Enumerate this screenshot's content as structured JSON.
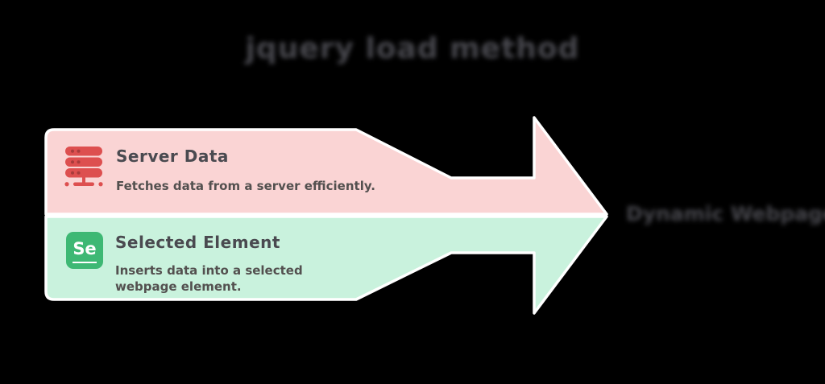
{
  "title": "jquery load method",
  "flow": {
    "items": [
      {
        "icon": "server-icon",
        "title": "Server Data",
        "description": "Fetches data from a server efficiently."
      },
      {
        "icon": "se-element-icon",
        "icon_text": "Se",
        "title": "Selected Element",
        "description": "Inserts data into a selected webpage element."
      }
    ],
    "result_label": "Dynamic Webpage"
  },
  "colors": {
    "background": "#000000",
    "band_top_fill": "#fad4d4",
    "band_bottom_fill": "#c9f2dd",
    "server_icon_red": "#dd4f4f",
    "server_icon_dot": "#a83b3b",
    "se_tile_green": "#3eb874",
    "outline_white": "#ffffff",
    "text_dark": "#47474d"
  }
}
